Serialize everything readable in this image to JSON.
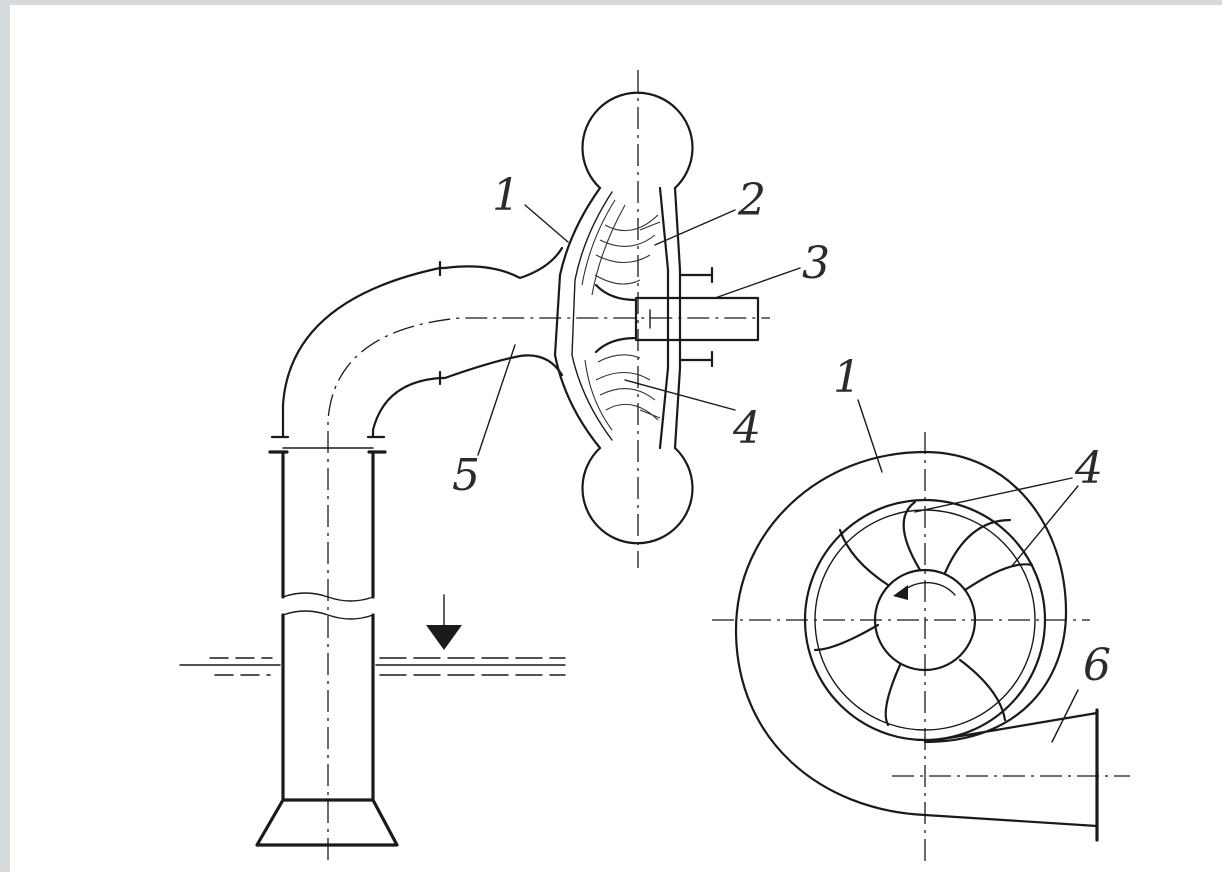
{
  "figure": {
    "side_view_labels": {
      "casing": "1",
      "impeller": "2",
      "shaft": "3",
      "blades": "4",
      "suction_pipe": "5"
    },
    "front_view_labels": {
      "casing": "1",
      "blades": "4",
      "discharge": "6"
    }
  }
}
